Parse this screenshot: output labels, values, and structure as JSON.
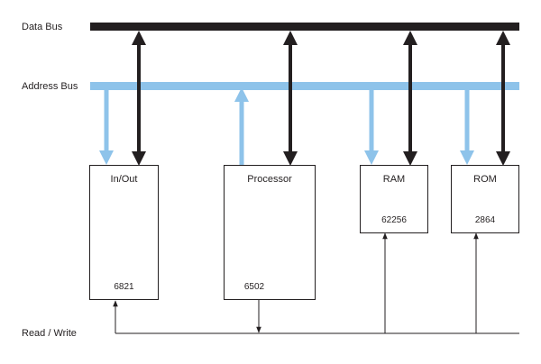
{
  "buses": {
    "data_bus": "Data Bus",
    "address_bus": "Address Bus",
    "read_write": "Read / Write"
  },
  "components": [
    {
      "name": "In/Out",
      "part": "6821"
    },
    {
      "name": "Processor",
      "part": "6502"
    },
    {
      "name": "RAM",
      "part": "62256"
    },
    {
      "name": "ROM",
      "part": "2864"
    }
  ],
  "colors": {
    "data_bus": "#231f20",
    "address_bus": "#8ec3ea",
    "read_write_line": "#231f20"
  }
}
